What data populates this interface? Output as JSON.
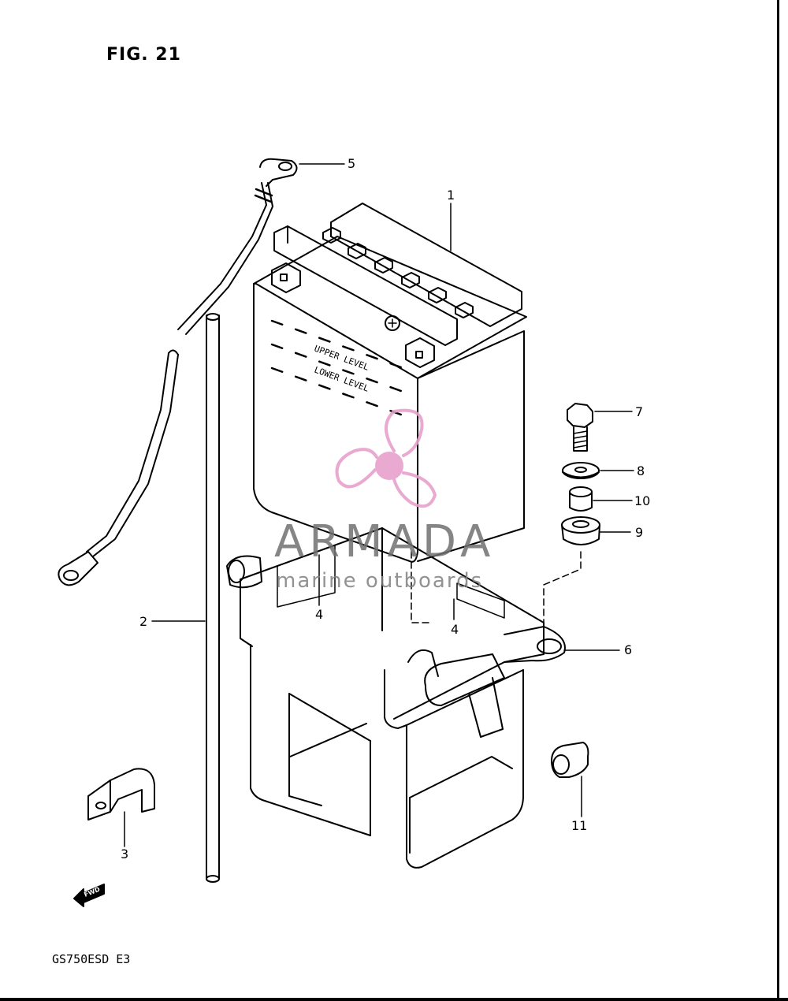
{
  "figure": {
    "title": "FIG. 21",
    "model_code": "GS750ESD E3",
    "forward_marker": "FWD",
    "battery_labels": {
      "upper": "UPPER LEVEL",
      "lower": "LOWER LEVEL"
    }
  },
  "callouts": [
    {
      "id": "1",
      "label": "1"
    },
    {
      "id": "2",
      "label": "2"
    },
    {
      "id": "3",
      "label": "3"
    },
    {
      "id": "4a",
      "label": "4"
    },
    {
      "id": "4b",
      "label": "4"
    },
    {
      "id": "5",
      "label": "5"
    },
    {
      "id": "6",
      "label": "6"
    },
    {
      "id": "7",
      "label": "7"
    },
    {
      "id": "8",
      "label": "8"
    },
    {
      "id": "9",
      "label": "9"
    },
    {
      "id": "10",
      "label": "10"
    },
    {
      "id": "11",
      "label": "11"
    }
  ],
  "watermark": {
    "name": "ARMADA",
    "tagline": "marine outboards",
    "color": "#e7a0cc"
  },
  "colors": {
    "line": "#000000",
    "background": "#ffffff"
  }
}
